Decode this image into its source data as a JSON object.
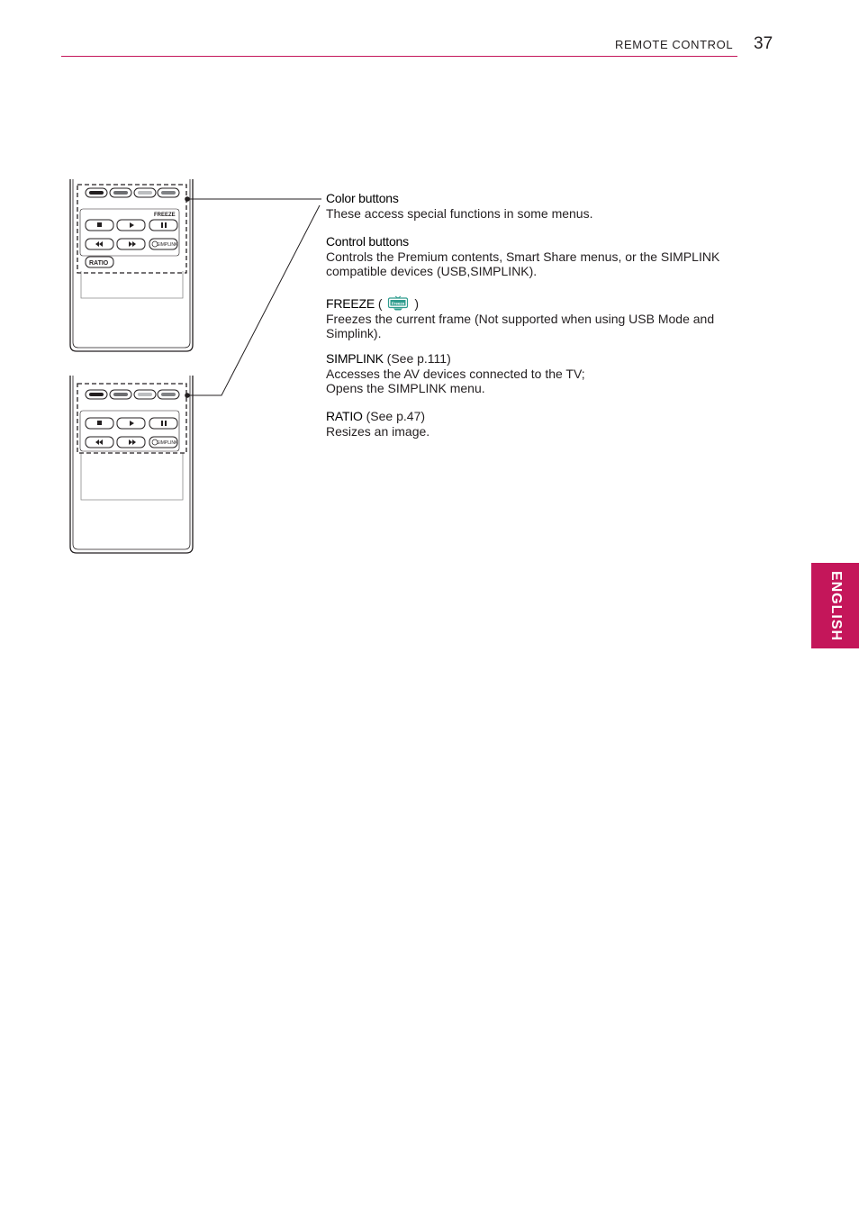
{
  "header": {
    "section": "REMOTE CONTROL",
    "page_number": "37"
  },
  "language_tab": "ENGLISH",
  "remote_labels": {
    "freeze": "FREEZE",
    "ratio": "RATIO",
    "simplink": "SIMPLINK"
  },
  "descriptions": {
    "color_buttons": {
      "term": "Color buttons",
      "body": "These access special functions in some menus."
    },
    "control_buttons": {
      "term": "Control buttons",
      "body": "Controls the Premium contents, Smart Share menus, or the SIMPLINK compatible devices (USB,SIMPLINK)."
    },
    "freeze": {
      "term": "FREEZE",
      "open_paren": " ( ",
      "close_paren": " )",
      "icon_label": "Freeze",
      "body": "Freezes the current frame (Not supported when using USB Mode and Simplink)."
    },
    "simplink": {
      "term": "SIMPLINK",
      "ref": " (See p.111)",
      "body_line1": "Accesses the AV devices connected to the TV;",
      "body_line2": "Opens the SIMPLINK menu."
    },
    "ratio": {
      "term": "RATIO",
      "ref": " (See p.47)",
      "body": "Resizes an image."
    }
  },
  "colors": {
    "accent": "#c4165a",
    "text": "#231f20",
    "freeze_icon": "#2e9c8e"
  }
}
